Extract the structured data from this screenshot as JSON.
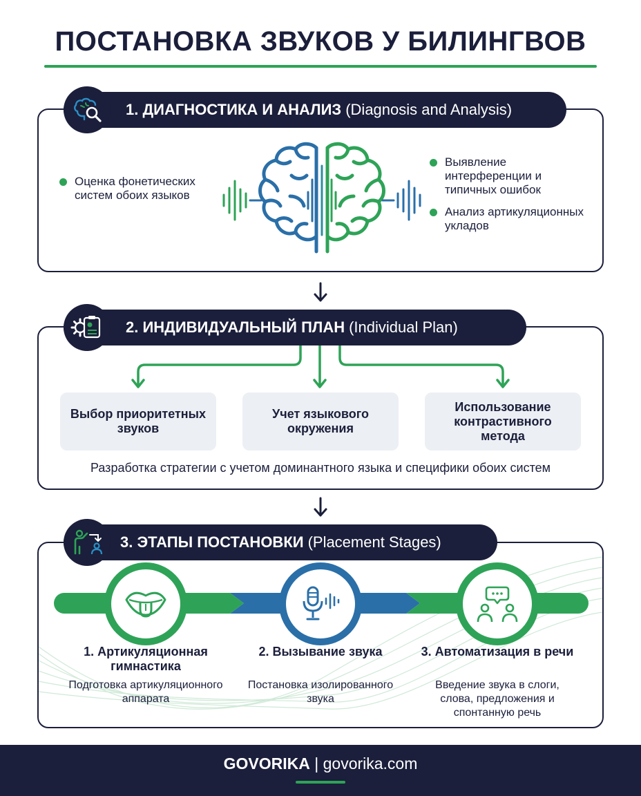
{
  "title": "ПОСТАНОВКА ЗВУКОВ У БИЛИНГВОВ",
  "colors": {
    "navy": "#1b1f3b",
    "green": "#2ea357",
    "blue": "#2a6fa8",
    "card": "#eceff3"
  },
  "section1": {
    "title": "1. ДИАГНОСТИКА И АНАЛИЗ",
    "subtitle": "(Diagnosis and Analysis)",
    "icon": "brain-search-icon",
    "bullet_left": "Оценка фонетических систем обоих языков",
    "bullet_right_1": "Выявление интерференции и типичных ошибок",
    "bullet_right_2": "Анализ артикуляционных укладов"
  },
  "section2": {
    "title": "2. ИНДИВИДУАЛЬНЫЙ ПЛАН",
    "subtitle": "(Individual Plan)",
    "icon": "gear-clipboard-icon",
    "cards": [
      "Выбор приоритетных звуков",
      "Учет языкового окружения",
      "Использование контрастивного метода"
    ],
    "strategy": "Разработка стратегии с учетом доминантного языка и специфики обоих систем"
  },
  "section3": {
    "title": "3. ЭТАПЫ ПОСТАНОВКИ",
    "subtitle": "(Placement Stages)",
    "icon": "teacher-student-icon",
    "stages": [
      {
        "title": "1. Артикуляционная гимнастика",
        "desc": "Подготовка артикуляционного аппарата",
        "icon": "mouth-tongue-icon"
      },
      {
        "title": "2. Вызывание звука",
        "desc": "Постановка изолированного звука",
        "icon": "microphone-icon"
      },
      {
        "title": "3. Автоматизация в речи",
        "desc": "Введение звука в слоги, слова, предложения и спонтанную речь",
        "icon": "people-chat-icon"
      }
    ]
  },
  "footer": {
    "brand": "GOVORIKA",
    "separator": "|",
    "site": "govorika.com"
  }
}
